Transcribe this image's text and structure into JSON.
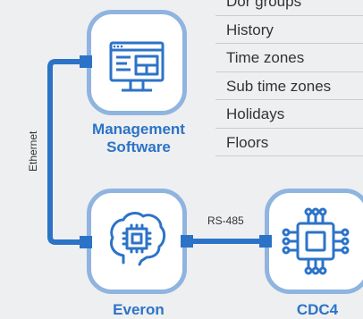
{
  "colors": {
    "background": "#eeeff1",
    "accent": "#2c73c7",
    "card_border": "#8fb4e0",
    "connector": "#2c73c7",
    "port": "#2c73c7",
    "menu_divider": "#c9cbcf"
  },
  "nodes": {
    "management": {
      "label": "Management\nSoftware",
      "icon": "monitor-icon"
    },
    "everon": {
      "label": "Everon",
      "icon": "brain-chip-icon"
    },
    "cdc4": {
      "label": "CDC4",
      "icon": "chip-icon"
    }
  },
  "edges": {
    "ethernet": "Ethernet",
    "rs485": "RS-485"
  },
  "menu": {
    "items": [
      "Dor groups",
      "History",
      "Time zones",
      "Sub time zones",
      "Holidays",
      "Floors"
    ]
  }
}
